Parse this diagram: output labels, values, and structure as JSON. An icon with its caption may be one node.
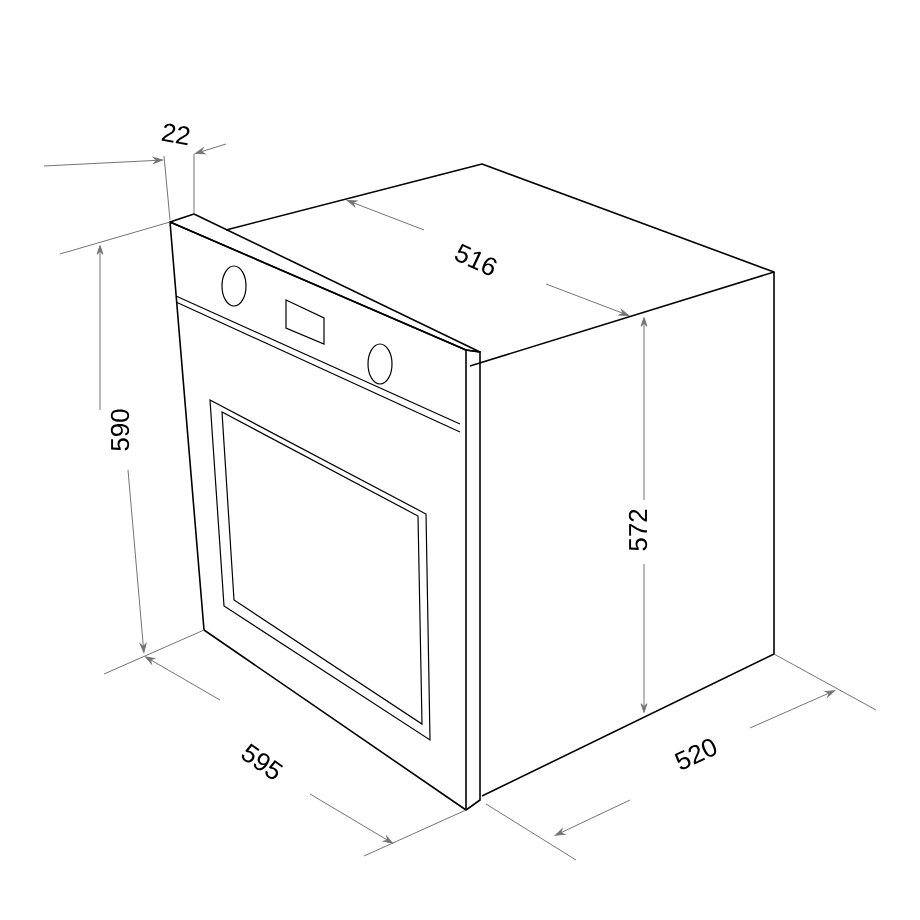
{
  "diagram": {
    "labels": [
      "22",
      "516",
      "590",
      "572",
      "595",
      "520"
    ]
  }
}
